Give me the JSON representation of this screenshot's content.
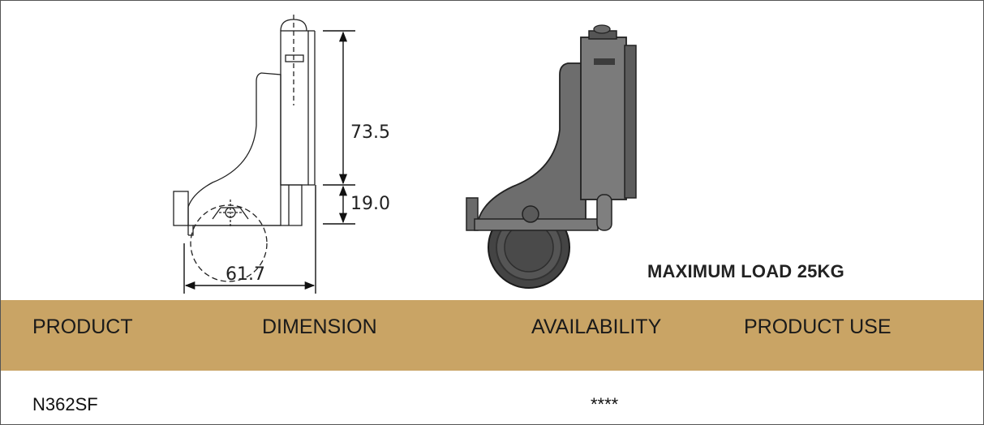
{
  "drawing": {
    "dimensions": {
      "height_upper": "73.5",
      "height_lower": "19.0",
      "width": "61.7"
    },
    "load_label": "MAXIMUM LOAD 25KG"
  },
  "table": {
    "headers": [
      "PRODUCT",
      "DIMENSION",
      "AVAILABILITY",
      "PRODUCT USE"
    ],
    "rows": [
      {
        "product": "N362SF",
        "dimension": "",
        "availability": "****",
        "product_use": ""
      }
    ]
  },
  "colors": {
    "header_band": "#c9a465",
    "frame": "#555555"
  }
}
